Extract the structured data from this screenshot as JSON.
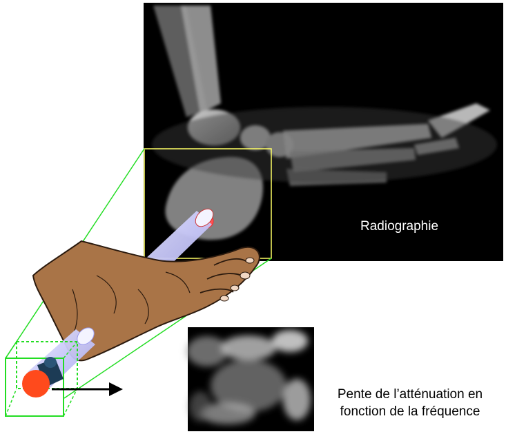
{
  "labels": {
    "radiograph": "Radiographie",
    "caption_line1": "Pente de l’atténuation en",
    "caption_line2": "fonction de la fréquence"
  },
  "colors": {
    "xray_background": "#000000",
    "zoom_box_outline": "#ffff66",
    "projection_lines": "#22dd22",
    "beam_tube": "#c8c8ff",
    "skin": "#a97447",
    "sample_disk": "#ff4a1c",
    "arrow": "#000000"
  },
  "images": {
    "radiograph_icon": "xray-foot-image",
    "foot_drawing_icon": "foot-illustration",
    "attenuation_map_icon": "attenuation-map-image"
  }
}
